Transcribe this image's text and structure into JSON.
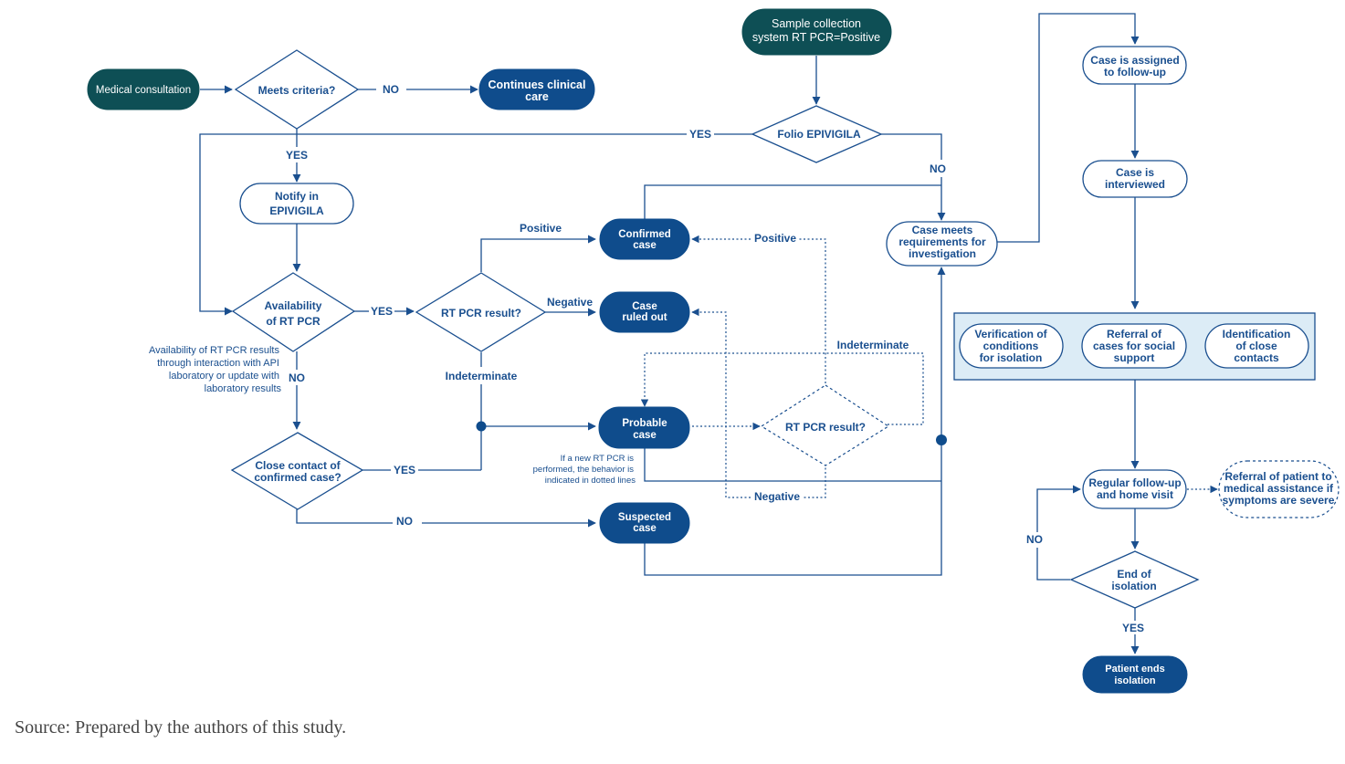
{
  "nodes": {
    "medical_consultation": "Medical consultation",
    "meets_criteria": "Meets criteria?",
    "continues_care": [
      "Continues clinical",
      "care"
    ],
    "sample_collection": [
      "Sample collection",
      "system RT PCR=Positive"
    ],
    "folio": "Folio EPIVIGILA",
    "notify": [
      "Notify in",
      "EPIVIGILA"
    ],
    "availability": [
      "Availability",
      "of RT PCR"
    ],
    "rtpcr_result_1": "RT PCR result?",
    "confirmed": [
      "Confirmed",
      "case"
    ],
    "ruled_out": [
      "Case",
      "ruled out"
    ],
    "probable": [
      "Probable",
      "case"
    ],
    "rtpcr_result_2": "RT PCR result?",
    "close_contact": [
      "Close contact of",
      "confirmed case?"
    ],
    "suspected": [
      "Suspected",
      "case"
    ],
    "case_meets": [
      "Case meets",
      "requirements for",
      "investigation"
    ],
    "assigned": [
      "Case is assigned",
      "to follow-up"
    ],
    "interviewed": [
      "Case is",
      "interviewed"
    ],
    "verification": [
      "Verification of",
      "conditions",
      "for isolation"
    ],
    "referral_social": [
      "Referral of",
      "cases for social",
      "support"
    ],
    "identification": [
      "Identification",
      "of close",
      "contacts"
    ],
    "regular_followup": [
      "Regular follow-up",
      "and home visit"
    ],
    "referral_medical": [
      "Referral of patient to",
      "medical assistance if",
      "symptoms are severe"
    ],
    "end_isolation": [
      "End of",
      "isolation"
    ],
    "patient_ends": [
      "Patient ends",
      "isolation"
    ]
  },
  "edges": {
    "no_1": "NO",
    "yes_1": "YES",
    "yes_folio": "YES",
    "no_folio": "NO",
    "positive_1": "Positive",
    "negative_1": "Negative",
    "indeterminate_1": "Indeterminate",
    "yes_avail": "YES",
    "no_avail": "NO",
    "yes_contact": "YES",
    "no_contact": "NO",
    "positive_2": "Positive",
    "indeterminate_2": "Indeterminate",
    "negative_2": "Negative",
    "no_end": "NO",
    "yes_end": "YES"
  },
  "notes": {
    "availability_note": [
      "Availability of RT PCR results",
      "through interaction with API",
      "laboratory or update with",
      "laboratory results"
    ],
    "dotted_note": [
      "If a new RT PCR is",
      "performed, the behavior is",
      "indicated in dotted lines"
    ]
  },
  "source": "Source: Prepared by the authors of this study.",
  "colors": {
    "line": "#1a4f8f",
    "dark_node": "#0f4c8c",
    "teal_node": "#0e4f55",
    "panel": "#dcecf6"
  }
}
